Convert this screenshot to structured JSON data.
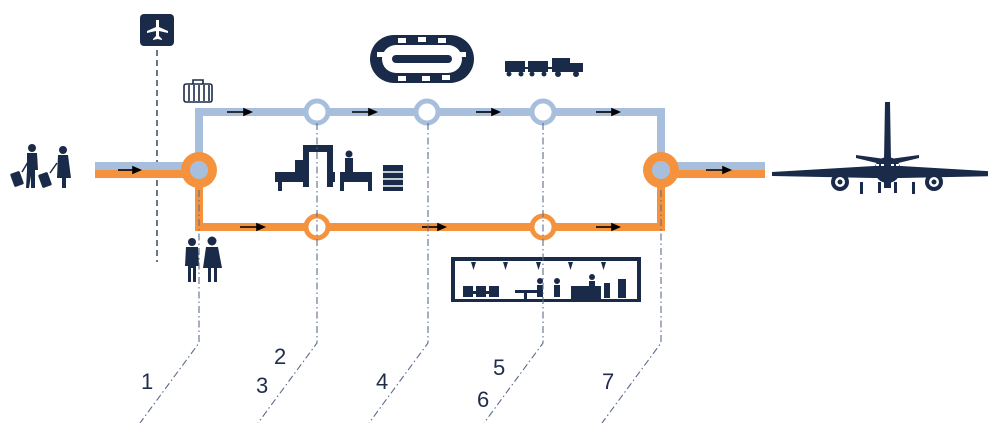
{
  "diagram": {
    "colors": {
      "baggage_path": "#a7bfdd",
      "passenger_path": "#f5923e",
      "icons": "#1a2b49",
      "arrows": "#000000",
      "node_fill": "#ffffff",
      "dash_lines": "#5a6d8c"
    },
    "step_labels": [
      "1",
      "2",
      "3",
      "4",
      "5",
      "6",
      "7"
    ],
    "icons": [
      "airport-sign-icon",
      "passengers-with-luggage-icon",
      "baggage-cart-icon",
      "security-screening-icon",
      "baggage-carousel-icon",
      "baggage-tractor-icon",
      "passengers-icon",
      "departure-lounge-icon",
      "airplane-icon"
    ]
  }
}
